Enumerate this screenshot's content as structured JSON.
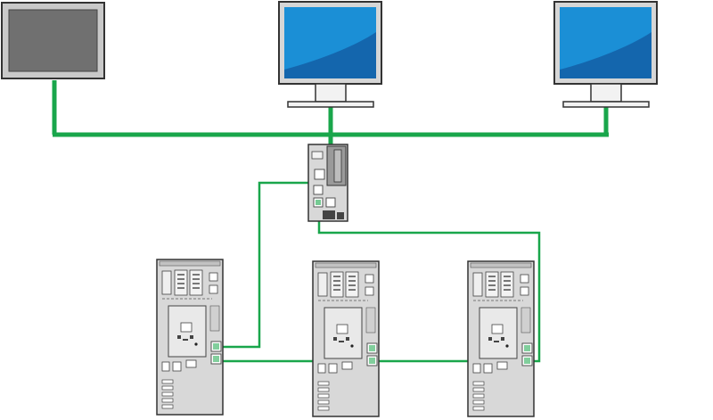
{
  "diagram": {
    "type": "network-topology",
    "nodes": [
      {
        "id": "hmi-panel",
        "kind": "panel-display"
      },
      {
        "id": "monitor-1",
        "kind": "monitor"
      },
      {
        "id": "monitor-2",
        "kind": "monitor"
      },
      {
        "id": "controller",
        "kind": "plc-controller"
      },
      {
        "id": "drive-1",
        "kind": "drive-unit"
      },
      {
        "id": "drive-2",
        "kind": "drive-unit"
      },
      {
        "id": "drive-3",
        "kind": "drive-unit"
      }
    ],
    "edges": [
      {
        "from": "hmi-panel",
        "to": "controller"
      },
      {
        "from": "monitor-1",
        "to": "controller"
      },
      {
        "from": "monitor-2",
        "to": "controller"
      },
      {
        "from": "controller",
        "to": "drive-1"
      },
      {
        "from": "drive-1",
        "to": "drive-2"
      },
      {
        "from": "drive-2",
        "to": "drive-3"
      },
      {
        "from": "controller",
        "to": "drive-3"
      }
    ],
    "colors": {
      "link": "#19a64b",
      "screen_blue": "#1b8fd6",
      "screen_blue_dark": "#1466ad",
      "panel_gray": "#707070",
      "frame_gray": "#c9c9c9",
      "device_gray": "#d8d8d8",
      "outline": "#333333"
    }
  }
}
